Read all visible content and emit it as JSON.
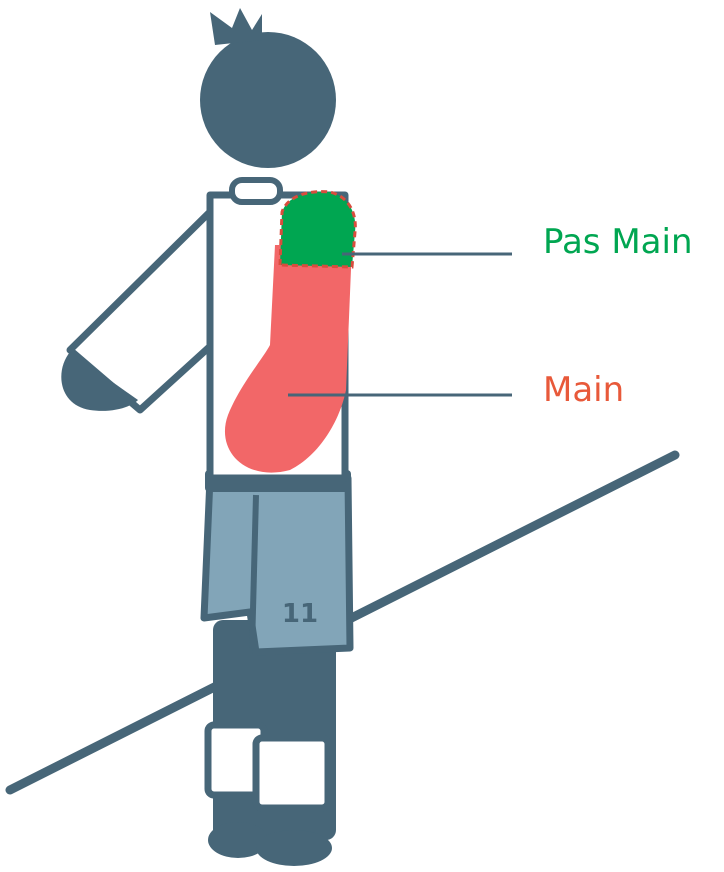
{
  "labels": {
    "pas_main": "Pas Main",
    "main": "Main"
  },
  "jersey_number": "11",
  "colors": {
    "pas_main": "#00a651",
    "pas_main_border": "#d94c3d",
    "main": "#f26768",
    "main_label": "#e8593a",
    "figure_dark": "#476678",
    "shorts": "#82a5b8",
    "line": "#476678"
  }
}
